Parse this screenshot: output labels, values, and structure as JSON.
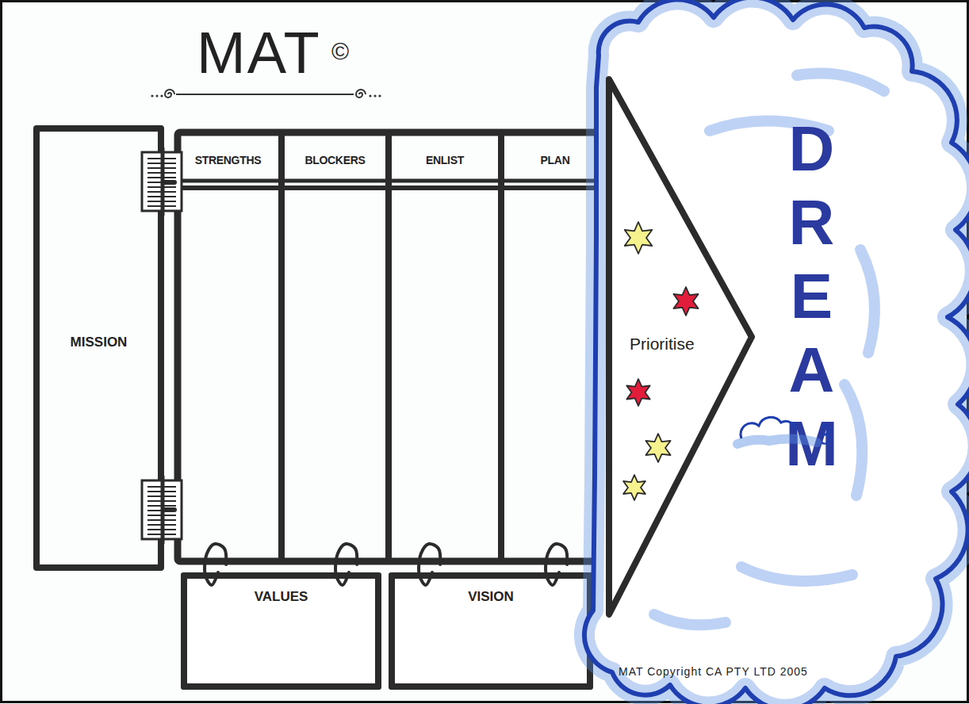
{
  "diagram": {
    "title": "MAT",
    "nodes": [
      {
        "text": [
          "MISSION"
        ]
      },
      {
        "text": [
          "STRENGTHS"
        ]
      },
      {
        "text": [
          "BLOCKERS"
        ]
      },
      {
        "text": [
          "ENLIST"
        ]
      },
      {
        "text": [
          "PLAN"
        ]
      },
      {
        "text": [
          "VALUES"
        ]
      },
      {
        "text": [
          "VISION"
        ]
      },
      {
        "text": [
          "Prioritise"
        ]
      },
      {
        "text": [
          "DREAM"
        ]
      }
    ],
    "edges": [
      {
        "from": 0,
        "to": 1,
        "arrow": "none"
      },
      {
        "from": 0,
        "to": 1,
        "arrow": "none"
      },
      {
        "from": 5,
        "to": 1,
        "arrow": "none"
      },
      {
        "from": 5,
        "to": 2,
        "arrow": "none"
      },
      {
        "from": 6,
        "to": 3,
        "arrow": "none"
      },
      {
        "from": 6,
        "to": 4,
        "arrow": "none"
      }
    ],
    "labels": [
      "©",
      "MAT Copyright CA PTY LTD 2005"
    ]
  }
}
